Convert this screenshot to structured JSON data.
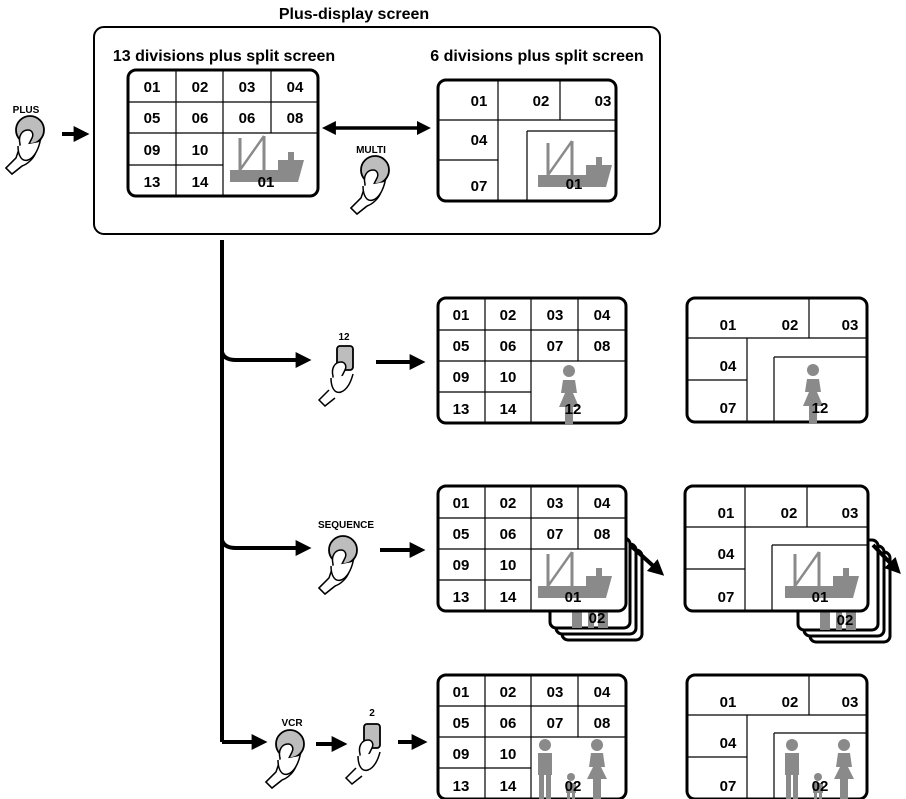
{
  "title": "Plus-display screen",
  "panels": {
    "thirteen_title": "13 divisions plus split screen",
    "six_title": "6 divisions plus split screen"
  },
  "buttons": {
    "plus": "PLUS",
    "multi": "MULTI",
    "ch12": "12",
    "sequence": "SEQUENCE",
    "vcr": "VCR",
    "ch2": "2"
  },
  "screens": {
    "top13": {
      "cells": [
        "01",
        "02",
        "03",
        "04",
        "05",
        "06",
        "06",
        "08",
        "09",
        "10",
        "13",
        "14"
      ],
      "split_label": "01",
      "split_picture": "ship-icon"
    },
    "top6": {
      "cells": [
        "01",
        "02",
        "03",
        "04",
        "07"
      ],
      "split_label": "01",
      "split_picture": "ship-icon"
    },
    "r1_13": {
      "cells": [
        "01",
        "02",
        "03",
        "04",
        "05",
        "06",
        "07",
        "08",
        "09",
        "10",
        "13",
        "14"
      ],
      "split_label": "12",
      "split_picture": "woman-icon"
    },
    "r1_6": {
      "cells": [
        "01",
        "02",
        "03",
        "04",
        "07"
      ],
      "split_label": "12",
      "split_picture": "woman-icon"
    },
    "r2_13": {
      "cells": [
        "01",
        "02",
        "03",
        "04",
        "05",
        "06",
        "07",
        "08",
        "09",
        "10",
        "13",
        "14"
      ],
      "split_label": "01",
      "split_picture": "ship-icon",
      "stack_label": "02"
    },
    "r2_6": {
      "cells": [
        "01",
        "02",
        "03",
        "04",
        "07"
      ],
      "split_label": "01",
      "split_picture": "ship-icon",
      "stack_label": "02"
    },
    "r3_13": {
      "cells": [
        "01",
        "02",
        "03",
        "04",
        "05",
        "06",
        "07",
        "08",
        "09",
        "10",
        "13",
        "14"
      ],
      "split_label": "02",
      "split_picture": "people-icon"
    },
    "r3_6": {
      "cells": [
        "01",
        "02",
        "03",
        "04",
        "07"
      ],
      "split_label": "02",
      "split_picture": "people-icon"
    }
  }
}
